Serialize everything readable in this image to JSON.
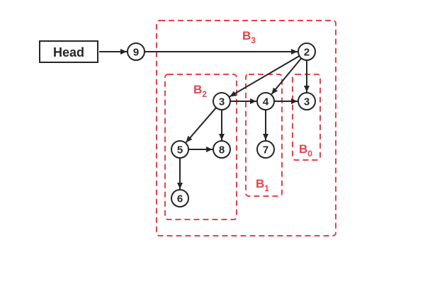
{
  "head": {
    "label": "Head"
  },
  "nodes": [
    {
      "id": "n9",
      "label": "9"
    },
    {
      "id": "n2",
      "label": "2"
    },
    {
      "id": "n3a",
      "label": "3"
    },
    {
      "id": "n4",
      "label": "4"
    },
    {
      "id": "n3b",
      "label": "3"
    },
    {
      "id": "n5",
      "label": "5"
    },
    {
      "id": "n8",
      "label": "8"
    },
    {
      "id": "n7",
      "label": "7"
    },
    {
      "id": "n6",
      "label": "6"
    }
  ],
  "edges": [
    {
      "from": "head",
      "to": "n9"
    },
    {
      "from": "n9",
      "to": "n2"
    },
    {
      "from": "n2",
      "to": "n3a"
    },
    {
      "from": "n2",
      "to": "n4"
    },
    {
      "from": "n2",
      "to": "n3b"
    },
    {
      "from": "n3a",
      "to": "n4"
    },
    {
      "from": "n4",
      "to": "n3b"
    },
    {
      "from": "n3a",
      "to": "n5"
    },
    {
      "from": "n3a",
      "to": "n8"
    },
    {
      "from": "n5",
      "to": "n8"
    },
    {
      "from": "n5",
      "to": "n6"
    },
    {
      "from": "n4",
      "to": "n7"
    }
  ],
  "groups": [
    {
      "id": "B3",
      "letter": "B",
      "sub": "3"
    },
    {
      "id": "B2",
      "letter": "B",
      "sub": "2"
    },
    {
      "id": "B1",
      "letter": "B",
      "sub": "1"
    },
    {
      "id": "B0",
      "letter": "B",
      "sub": "0"
    }
  ],
  "colors": {
    "accent": "#e8414a",
    "ink": "#262626"
  }
}
